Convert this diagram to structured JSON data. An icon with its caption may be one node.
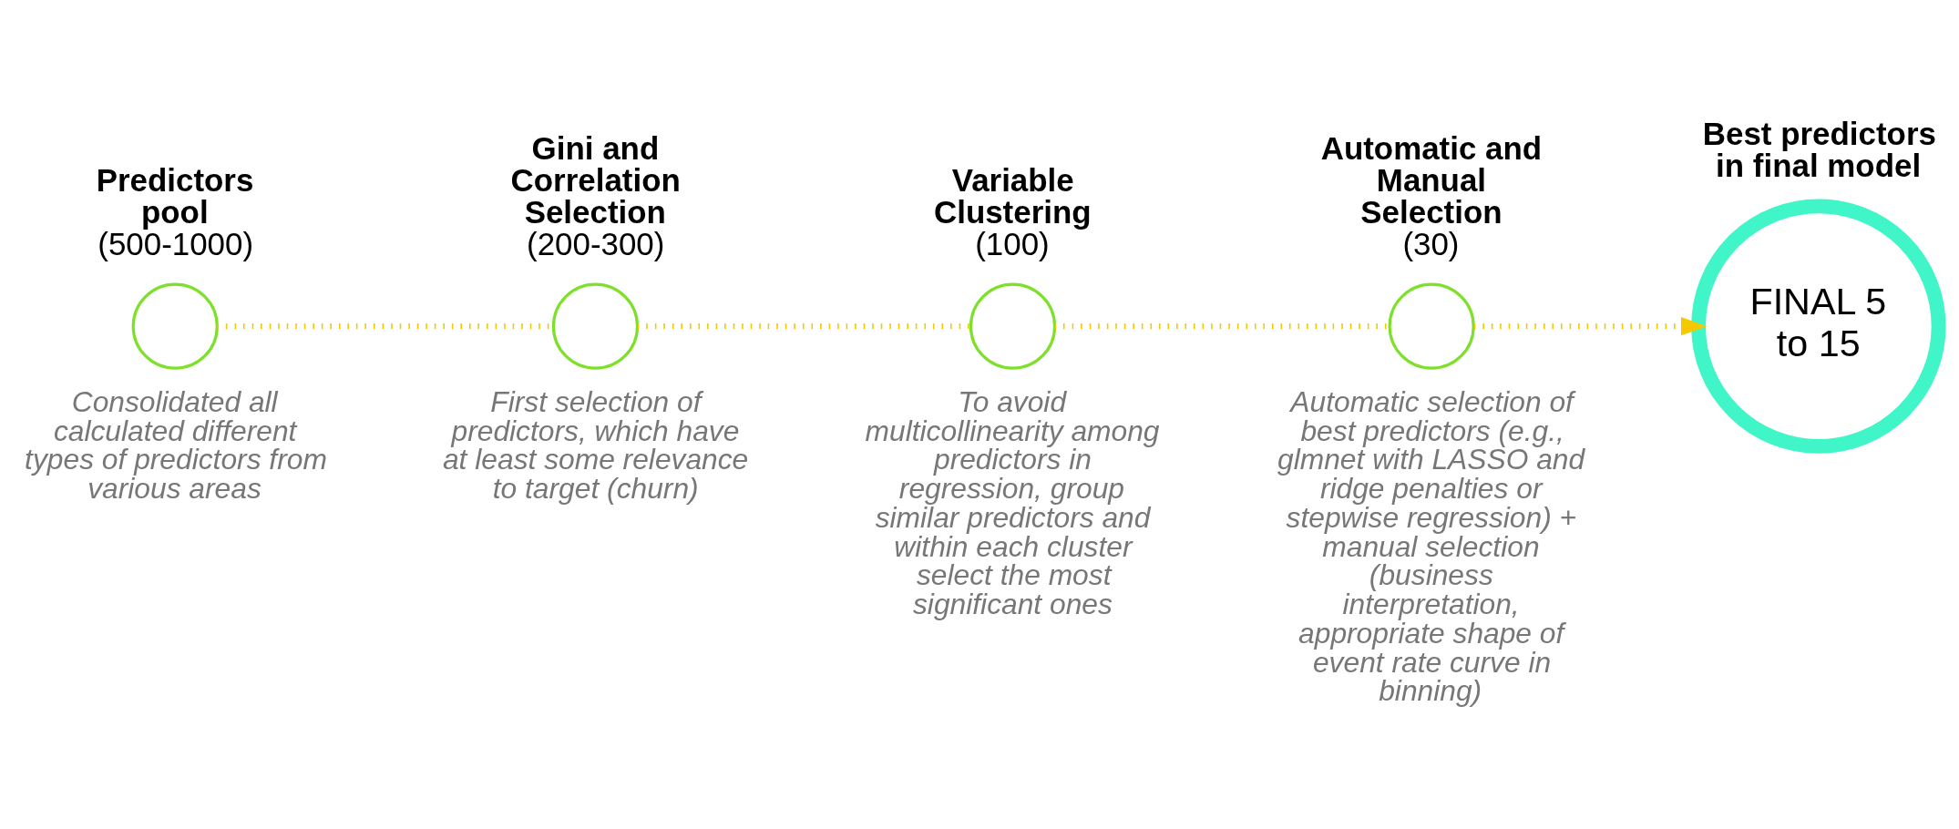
{
  "diagram": {
    "nodes": [
      {
        "text": [],
        "shape": "circle",
        "beside": [
          "Predictors pool",
          "(500-1000)",
          "Consolidated all calculated different types of predictors from various areas"
        ]
      },
      {
        "text": [],
        "shape": "circle",
        "beside": [
          "Gini and Correlation Selection",
          "(200-300)",
          "First selection of predictors, which have at least some relevance to target (churn)"
        ]
      },
      {
        "text": [],
        "shape": "circle",
        "beside": [
          "Variable Clustering",
          "(100)",
          "To avoid multicollinearity among predictors in regression, group similar predictors and within each cluster select the most significant ones"
        ]
      },
      {
        "text": [],
        "shape": "circle",
        "beside": [
          "Automatic and Manual Selection",
          "(30)",
          "Automatic selection of best predictors (e.g., glmnet with LASSO and ridge penalties or stepwise regression) + manual selection (business interpretation, appropriate shape of event rate curve in binning)"
        ]
      },
      {
        "text": [
          "Best predictors in final model",
          "FINAL 5 to 15"
        ]
      }
    ],
    "edges": [
      {
        "from": 0,
        "to": 1,
        "arrow": "none"
      },
      {
        "from": 1,
        "to": 2,
        "arrow": "none"
      },
      {
        "from": 2,
        "to": 3,
        "arrow": "none"
      },
      {
        "from": 3,
        "to": 4,
        "arrow": "to"
      }
    ]
  }
}
